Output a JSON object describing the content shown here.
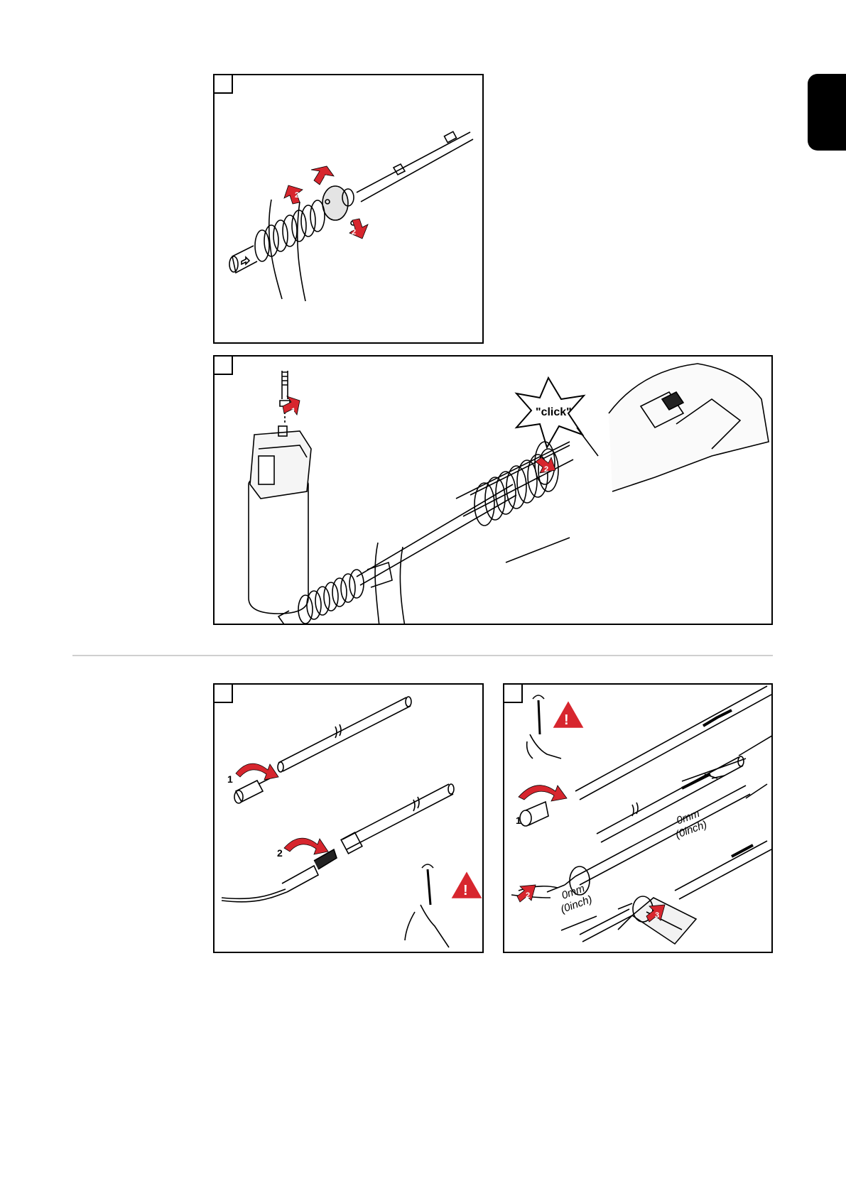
{
  "colors": {
    "accent": "#d7262e",
    "line": "#000000",
    "divider": "#cfcfcf"
  },
  "illustrations": {
    "panel_1": {
      "badges": [
        "1",
        "2",
        "2"
      ]
    },
    "panel_2": {
      "badges": [
        "1",
        "2"
      ],
      "sound_label": "\"click\""
    },
    "panel_3": {
      "badges": [
        "1",
        "2"
      ],
      "icons": [
        "wrench-icon",
        "warning-icon"
      ]
    },
    "panel_4": {
      "badges": [
        "1",
        "2",
        "3"
      ],
      "icons": [
        "wrench-icon",
        "warning-icon"
      ],
      "measure_top": "0mm\n(0inch)",
      "measure_bottom": "0mm\n(0inch)",
      "measure_top_l1": "0mm",
      "measure_top_l2": "(0inch)",
      "measure_bottom_l1": "0mm",
      "measure_bottom_l2": "(0inch)"
    }
  }
}
